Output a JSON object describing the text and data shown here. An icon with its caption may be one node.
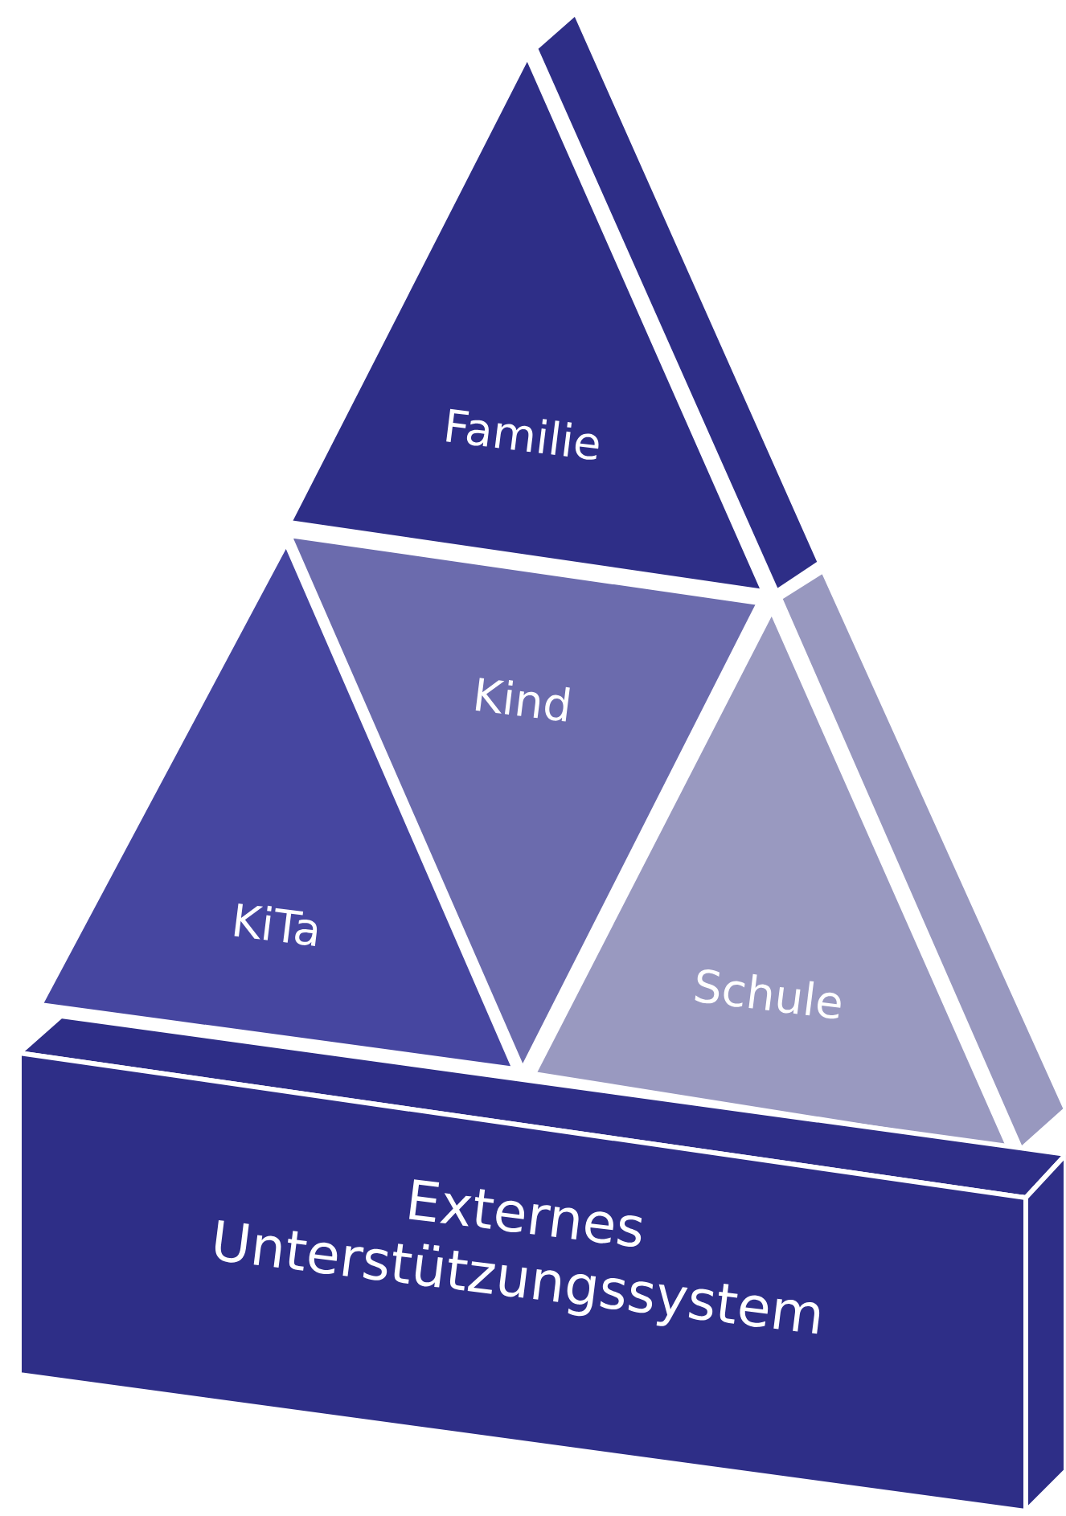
{
  "diagram": {
    "nodes": [
      {
        "text": [
          "Familie"
        ]
      },
      {
        "text": [
          "Kind"
        ]
      },
      {
        "text": [
          "KiTa"
        ]
      },
      {
        "text": [
          "Schule"
        ]
      },
      {
        "text": [
          "Externes Unterstützungssystem"
        ]
      }
    ]
  }
}
